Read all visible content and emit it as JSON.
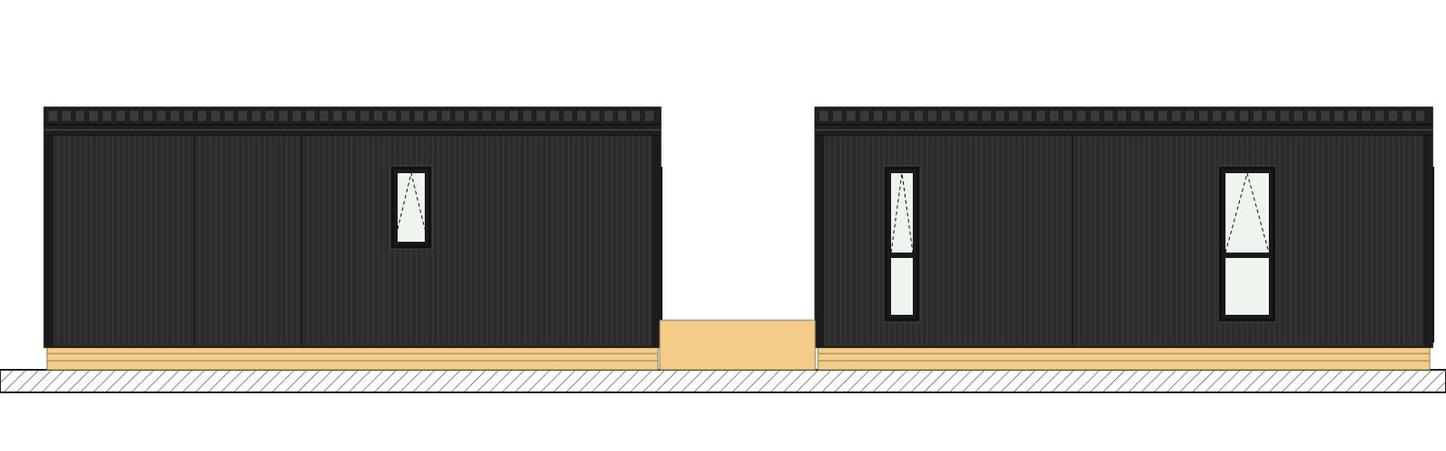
{
  "title": "",
  "colors": {
    "background": "#ffffff",
    "cladding": "#2c2c2c",
    "cladding_dark": "#1c1c1c",
    "cladding_line": "#4a4a4a",
    "roof": "#222222",
    "roof_block": "#3a3a3a",
    "deck": "#f4cc88",
    "deck_line": "#8a7a5e",
    "glass": "#eef5ef",
    "frame": "#111111",
    "ground_hatch": "#555555"
  },
  "elevation": {
    "buildings": [
      {
        "name": "left-module",
        "windows": [
          {
            "name": "awning-window",
            "type": "single",
            "opening_indicator": "dashed-triangle"
          }
        ]
      },
      {
        "name": "right-module",
        "windows": [
          {
            "name": "narrow-window",
            "type": "double",
            "opening_indicator": "dashed-triangle"
          },
          {
            "name": "wide-window",
            "type": "double",
            "opening_indicator": "dashed-triangle"
          }
        ]
      }
    ],
    "connector": {
      "name": "deck-connector",
      "material": "timber"
    },
    "ground": {
      "name": "ground-line",
      "pattern": "diagonal-hatch"
    }
  }
}
